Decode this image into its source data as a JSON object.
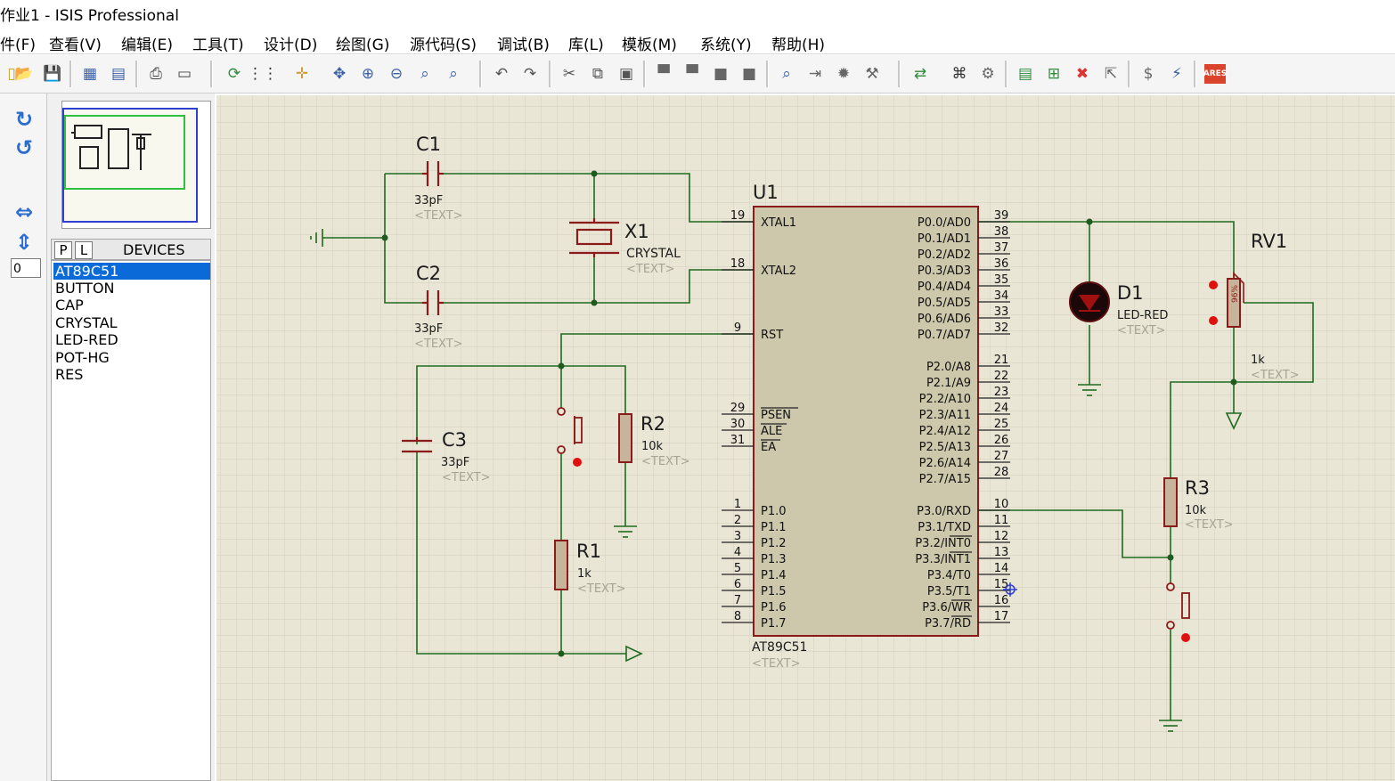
{
  "window": {
    "title": "作业1 - ISIS Professional"
  },
  "menu": [
    "件(F)",
    "查看(V)",
    "编辑(E)",
    "工具(T)",
    "设计(D)",
    "绘图(G)",
    "源代码(S)",
    "调试(B)",
    "库(L)",
    "模板(M)",
    "系统(Y)",
    "帮助(H)"
  ],
  "rotation_value": "0",
  "device_panel": {
    "tab_p": "P",
    "tab_l": "L",
    "title": "DEVICES",
    "selected": "AT89C51",
    "items": [
      "AT89C51",
      "BUTTON",
      "CAP",
      "CRYSTAL",
      "LED-RED",
      "POT-HG",
      "RES"
    ]
  },
  "schematic": {
    "text_placeholder": "<TEXT>",
    "c1": {
      "ref": "C1",
      "value": "33pF"
    },
    "c2": {
      "ref": "C2",
      "value": "33pF"
    },
    "c3": {
      "ref": "C3",
      "value": "33pF"
    },
    "x1": {
      "ref": "X1",
      "value": "CRYSTAL"
    },
    "r1": {
      "ref": "R1",
      "value": "1k"
    },
    "r2": {
      "ref": "R2",
      "value": "10k"
    },
    "r3": {
      "ref": "R3",
      "value": "10k"
    },
    "d1": {
      "ref": "D1",
      "value": "LED-RED"
    },
    "rv1": {
      "ref": "RV1",
      "value": "1k",
      "body": "96%"
    },
    "u1": {
      "ref": "U1",
      "part": "AT89C51",
      "left_pins": [
        {
          "num": "19",
          "name": "XTAL1"
        },
        {
          "num": "18",
          "name": "XTAL2"
        },
        {
          "num": "9",
          "name": "RST"
        },
        {
          "num": "29",
          "name": "PSEN"
        },
        {
          "num": "30",
          "name": "ALE"
        },
        {
          "num": "31",
          "name": "EA"
        },
        {
          "num": "1",
          "name": "P1.0"
        },
        {
          "num": "2",
          "name": "P1.1"
        },
        {
          "num": "3",
          "name": "P1.2"
        },
        {
          "num": "4",
          "name": "P1.3"
        },
        {
          "num": "5",
          "name": "P1.4"
        },
        {
          "num": "6",
          "name": "P1.5"
        },
        {
          "num": "7",
          "name": "P1.6"
        },
        {
          "num": "8",
          "name": "P1.7"
        }
      ],
      "right_pins": [
        {
          "num": "39",
          "name": "P0.0/AD0"
        },
        {
          "num": "38",
          "name": "P0.1/AD1"
        },
        {
          "num": "37",
          "name": "P0.2/AD2"
        },
        {
          "num": "36",
          "name": "P0.3/AD3"
        },
        {
          "num": "35",
          "name": "P0.4/AD4"
        },
        {
          "num": "34",
          "name": "P0.5/AD5"
        },
        {
          "num": "33",
          "name": "P0.6/AD6"
        },
        {
          "num": "32",
          "name": "P0.7/AD7"
        },
        {
          "num": "21",
          "name": "P2.0/A8"
        },
        {
          "num": "22",
          "name": "P2.1/A9"
        },
        {
          "num": "23",
          "name": "P2.2/A10"
        },
        {
          "num": "24",
          "name": "P2.3/A11"
        },
        {
          "num": "25",
          "name": "P2.4/A12"
        },
        {
          "num": "26",
          "name": "P2.5/A13"
        },
        {
          "num": "27",
          "name": "P2.6/A14"
        },
        {
          "num": "28",
          "name": "P2.7/A15"
        },
        {
          "num": "10",
          "name": "P3.0/RXD"
        },
        {
          "num": "11",
          "name": "P3.1/TXD"
        },
        {
          "num": "12",
          "name": "P3.2/INT0"
        },
        {
          "num": "13",
          "name": "P3.3/INT1"
        },
        {
          "num": "14",
          "name": "P3.4/T0"
        },
        {
          "num": "15",
          "name": "P3.5/T1"
        },
        {
          "num": "16",
          "name": "P3.6/WR"
        },
        {
          "num": "17",
          "name": "P3.7/RD"
        }
      ]
    }
  },
  "colors": {
    "canvas": "#e9e6d6",
    "grid": "#d6d3c2",
    "wire": "#1f6b1f",
    "component": "#8b1a1a",
    "chip_fill": "#cdc7ab",
    "label": "#1a1a1a",
    "placeholder": "#a6a496"
  }
}
